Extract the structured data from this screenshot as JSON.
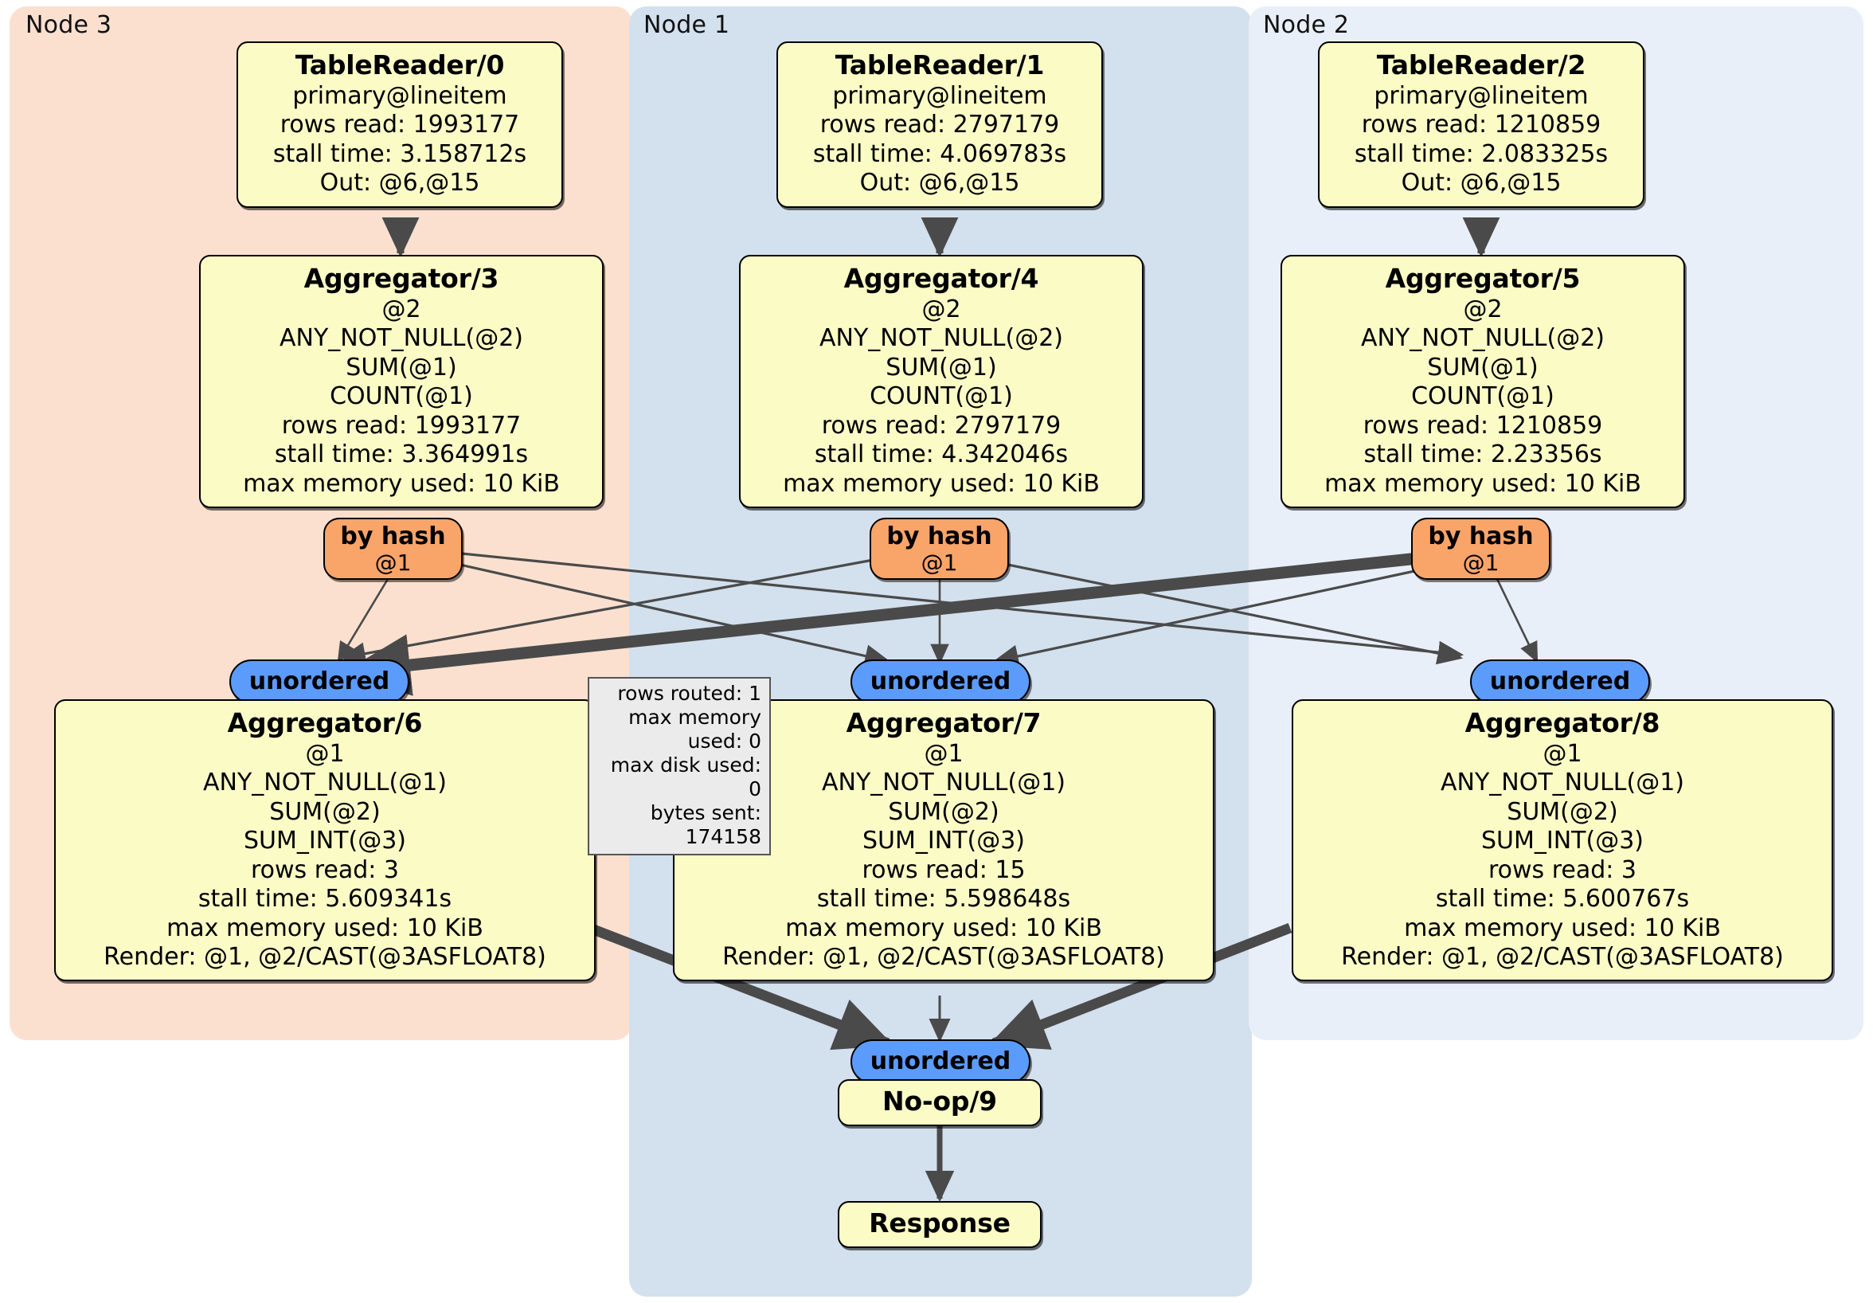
{
  "panels": [
    {
      "id": "node3",
      "label": "Node 3"
    },
    {
      "id": "node1",
      "label": "Node 1"
    },
    {
      "id": "node2",
      "label": "Node 2"
    }
  ],
  "table_readers": [
    {
      "title": "TableReader/0",
      "table": "primary@lineitem",
      "rows_read": "rows read: 1993177",
      "stall_time": "stall time: 3.158712s",
      "out": "Out: @6,@15"
    },
    {
      "title": "TableReader/1",
      "table": "primary@lineitem",
      "rows_read": "rows read: 2797179",
      "stall_time": "stall time: 4.069783s",
      "out": "Out: @6,@15"
    },
    {
      "title": "TableReader/2",
      "table": "primary@lineitem",
      "rows_read": "rows read: 1210859",
      "stall_time": "stall time: 2.083325s",
      "out": "Out: @6,@15"
    }
  ],
  "aggregators_stage1": [
    {
      "title": "Aggregator/3",
      "group": "@2",
      "agg1": "ANY_NOT_NULL(@2)",
      "agg2": "SUM(@1)",
      "agg3": "COUNT(@1)",
      "rows_read": "rows read: 1993177",
      "stall_time": "stall time: 3.364991s",
      "max_memory": "max memory used: 10 KiB"
    },
    {
      "title": "Aggregator/4",
      "group": "@2",
      "agg1": "ANY_NOT_NULL(@2)",
      "agg2": "SUM(@1)",
      "agg3": "COUNT(@1)",
      "rows_read": "rows read: 2797179",
      "stall_time": "stall time: 4.342046s",
      "max_memory": "max memory used: 10 KiB"
    },
    {
      "title": "Aggregator/5",
      "group": "@2",
      "agg1": "ANY_NOT_NULL(@2)",
      "agg2": "SUM(@1)",
      "agg3": "COUNT(@1)",
      "rows_read": "rows read: 1210859",
      "stall_time": "stall time: 2.23356s",
      "max_memory": "max memory used: 10 KiB"
    }
  ],
  "routers": [
    {
      "type": "by hash",
      "column": "@1"
    },
    {
      "type": "by hash",
      "column": "@1"
    },
    {
      "type": "by hash",
      "column": "@1"
    }
  ],
  "synchronizers_stage1": [
    {
      "label": "unordered"
    },
    {
      "label": "unordered"
    },
    {
      "label": "unordered"
    }
  ],
  "aggregators_stage2": [
    {
      "title": "Aggregator/6",
      "group": "@1",
      "agg1": "ANY_NOT_NULL(@1)",
      "agg2": "SUM(@2)",
      "agg3": "SUM_INT(@3)",
      "rows_read": "rows read: 3",
      "stall_time": "stall time: 5.609341s",
      "max_memory": "max memory used: 10 KiB",
      "render": "Render: @1, @2/CAST(@3ASFLOAT8)"
    },
    {
      "title": "Aggregator/7",
      "group": "@1",
      "agg1": "ANY_NOT_NULL(@1)",
      "agg2": "SUM(@2)",
      "agg3": "SUM_INT(@3)",
      "rows_read": "rows read: 15",
      "stall_time": "stall time: 5.598648s",
      "max_memory": "max memory used: 10 KiB",
      "render": "Render: @1, @2/CAST(@3ASFLOAT8)"
    },
    {
      "title": "Aggregator/8",
      "group": "@1",
      "agg1": "ANY_NOT_NULL(@1)",
      "agg2": "SUM(@2)",
      "agg3": "SUM_INT(@3)",
      "rows_read": "rows read: 3",
      "stall_time": "stall time: 5.600767s",
      "max_memory": "max memory used: 10 KiB",
      "render": "Render: @1, @2/CAST(@3ASFLOAT8)"
    }
  ],
  "edge_stats": {
    "rows_routed": "rows routed: 1",
    "max_memory_used": "max memory used: 0",
    "max_disk_used": "max disk used: 0",
    "bytes_sent": "bytes sent: 174158"
  },
  "final_synchronizer": {
    "label": "unordered"
  },
  "noop": {
    "title": "No-op/9"
  },
  "response": {
    "title": "Response"
  },
  "colors": {
    "node3_panel": "#fbe0d0",
    "node1_panel": "#d3e0ee",
    "node2_panel": "#e9eff9",
    "processor_box": "#fbfbc6",
    "router_hash": "#f9a469",
    "synchronizer": "#5b9bfb",
    "stats_box": "#ebebeb",
    "edge": "#4a4a4a"
  }
}
